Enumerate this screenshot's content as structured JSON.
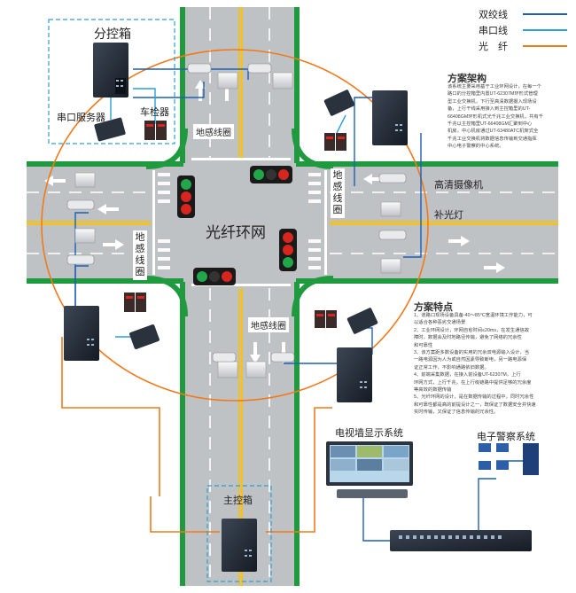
{
  "legend": {
    "items": [
      {
        "label": "双绞线",
        "color": "#1f5fb5"
      },
      {
        "label": "串口线",
        "color": "#2aa0d8"
      },
      {
        "label": "光　纤",
        "color": "#f07a1a"
      }
    ]
  },
  "labels": {
    "branch_box": "分控箱",
    "serial_server": "串口服务器",
    "vehicle_detector": "车检器",
    "loop_top": "地感线圈",
    "loop_right": "地感线圈",
    "loop_left": "地感线圈",
    "loop_bottom": "地感线圈",
    "fiber_ring": "光纤环网",
    "hd_camera": "高清摄像机",
    "fill_light": "补光灯",
    "video_wall": "电视墙显示系统",
    "e_police": "电子警察系统",
    "main_box": "主控箱"
  },
  "architecture": {
    "title": "方案架构",
    "text": "该系统主要采用基于工业环网设计，在每一个\n路口的分控箱里内置UT-62307M环形式管理\n型工业交换机，下行至高清数据摄入现场设\n备，上行干线采用接入到主控箱里的UT-\n66408GM环形机式光千兆工业交换机，共有千\n千兆以主控箱里UT-66408GM汇聚到中心\n机房，中心机房通过UT-63480ATC机架式全\n千兆工业交换机将数据信息传输到交通指挥\n中心电子警察的中心系统。"
  },
  "features": {
    "title": "方案特点",
    "text": "1、道路口现场设备具备-40～85°C宽温环境工作能力，可\n以适合各种恶劣交通场景\n2、工业环网设计，环网自愈时间≤20ms，在发生通信故\n障时，数据会及时地路径传输，避免了网络的冗余性\n和可靠性\n3、该方案距多数设备的实用的冗余双电源输入设计，当\n一路电源因为人为或自然因素导致断电，另一路电源保\n证正常工作，不影响通路依旧数据。\n4、前端采集数据，在接入前设备UT-62307M，上行\n环网方式，上行千兆，在上行级链路中提供足够的冗余度\n等高效的数据传输\n5、光纤环网的设计，是在数据传输的过程中，同时冗余性\n和可靠性都是高的前提设计之一，既保证了数据安全并快速\n实时传输，又保证了信息传输的冗余性。"
  },
  "signal_colors": {
    "red": "#d7261e",
    "green": "#21a64a",
    "yellow": "#f0b41e"
  }
}
